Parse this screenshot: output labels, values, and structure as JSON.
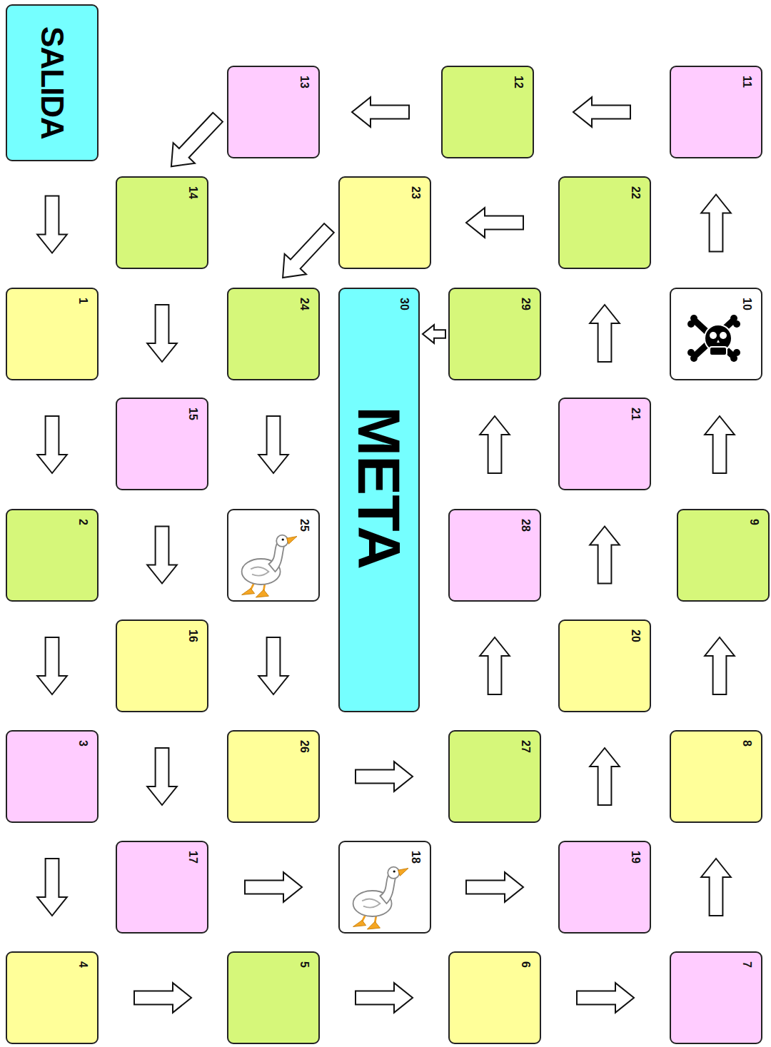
{
  "diagram": {
    "nodes": [
      {
        "text": [
          "SALIDA"
        ]
      },
      {
        "text": [
          "1"
        ]
      },
      {
        "text": [
          "2"
        ]
      },
      {
        "text": [
          "3"
        ]
      },
      {
        "text": [
          "4"
        ]
      },
      {
        "text": [
          "5"
        ]
      },
      {
        "text": [
          "6"
        ]
      },
      {
        "text": [
          "7"
        ]
      },
      {
        "text": [
          "8"
        ]
      },
      {
        "text": [
          "9"
        ]
      },
      {
        "text": [
          "10"
        ]
      },
      {
        "text": [
          "11"
        ]
      },
      {
        "text": [
          "12"
        ]
      },
      {
        "text": [
          "13"
        ]
      },
      {
        "text": [
          "14"
        ]
      },
      {
        "text": [
          "15"
        ]
      },
      {
        "text": [
          "16"
        ]
      },
      {
        "text": [
          "17"
        ]
      },
      {
        "text": [
          "18"
        ]
      },
      {
        "text": [
          "19"
        ]
      },
      {
        "text": [
          "20"
        ]
      },
      {
        "text": [
          "21"
        ]
      },
      {
        "text": [
          "22"
        ]
      },
      {
        "text": [
          "23"
        ]
      },
      {
        "text": [
          "24"
        ]
      },
      {
        "text": [
          "25"
        ]
      },
      {
        "text": [
          "26"
        ]
      },
      {
        "text": [
          "27"
        ]
      },
      {
        "text": [
          "28"
        ]
      },
      {
        "text": [
          "29"
        ]
      },
      {
        "text": [
          "30",
          "META"
        ]
      }
    ],
    "edges": [
      {
        "from": 0,
        "to": 1,
        "arrow": "to"
      },
      {
        "from": 1,
        "to": 2,
        "arrow": "to"
      },
      {
        "from": 2,
        "to": 3,
        "arrow": "to"
      },
      {
        "from": 3,
        "to": 4,
        "arrow": "to"
      },
      {
        "from": 4,
        "to": 5,
        "arrow": "to"
      },
      {
        "from": 5,
        "to": 6,
        "arrow": "to"
      },
      {
        "from": 6,
        "to": 7,
        "arrow": "to"
      },
      {
        "from": 7,
        "to": 8,
        "arrow": "to"
      },
      {
        "from": 8,
        "to": 9,
        "arrow": "to"
      },
      {
        "from": 9,
        "to": 10,
        "arrow": "to"
      },
      {
        "from": 10,
        "to": 11,
        "arrow": "to"
      },
      {
        "from": 11,
        "to": 12,
        "arrow": "to"
      },
      {
        "from": 12,
        "to": 13,
        "arrow": "to"
      },
      {
        "from": 13,
        "to": 14,
        "arrow": "to"
      },
      {
        "from": 14,
        "to": 15,
        "arrow": "to"
      },
      {
        "from": 15,
        "to": 16,
        "arrow": "to"
      },
      {
        "from": 16,
        "to": 17,
        "arrow": "to"
      },
      {
        "from": 17,
        "to": 18,
        "arrow": "to"
      },
      {
        "from": 18,
        "to": 19,
        "arrow": "to"
      },
      {
        "from": 19,
        "to": 20,
        "arrow": "to"
      },
      {
        "from": 20,
        "to": 21,
        "arrow": "to"
      },
      {
        "from": 21,
        "to": 22,
        "arrow": "to"
      },
      {
        "from": 22,
        "to": 23,
        "arrow": "to"
      },
      {
        "from": 23,
        "to": 24,
        "arrow": "to"
      },
      {
        "from": 24,
        "to": 25,
        "arrow": "to"
      },
      {
        "from": 25,
        "to": 26,
        "arrow": "to"
      },
      {
        "from": 26,
        "to": 27,
        "arrow": "to"
      },
      {
        "from": 27,
        "to": 28,
        "arrow": "to"
      },
      {
        "from": 28,
        "to": 29,
        "arrow": "to"
      },
      {
        "from": 29,
        "to": 30,
        "arrow": "to"
      }
    ]
  }
}
